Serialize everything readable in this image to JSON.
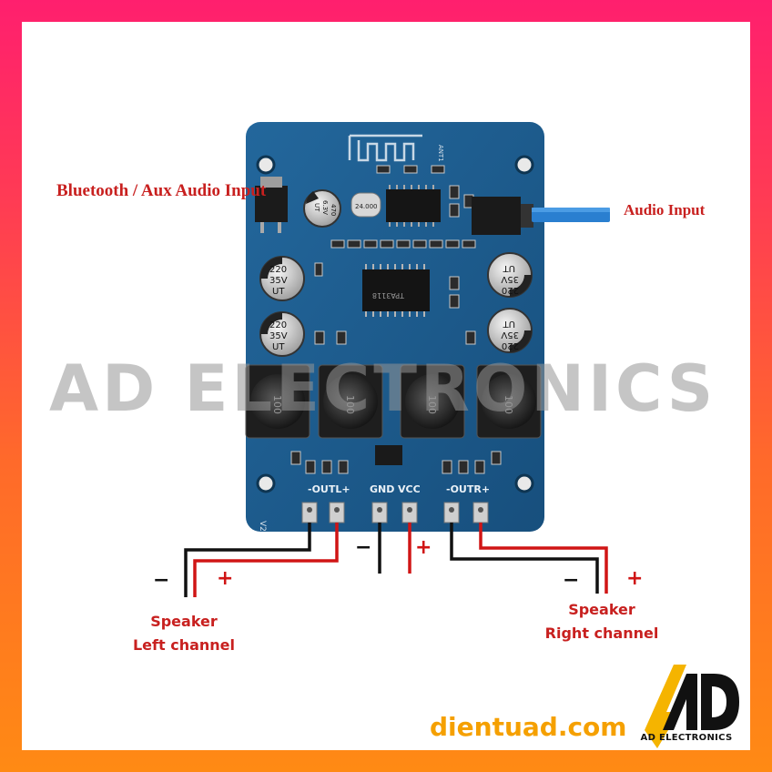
{
  "labels": {
    "input_label": "Bluetooth / Aux Audio Input",
    "audio_input": "Audio Input",
    "speaker_left_line1": "Speaker",
    "speaker_left_line2": "Left channel",
    "speaker_right_line1": "Speaker",
    "speaker_right_line2": "Right channel"
  },
  "terminals": {
    "outl": "-OUTL+",
    "gnd": "GND",
    "vcc": "VCC",
    "outr": "-OUTR+"
  },
  "polarity": {
    "minus": "−",
    "plus": "+"
  },
  "board": {
    "antenna": "ANT1",
    "version": "V2",
    "crystal": "24.000",
    "cap_large": [
      "220",
      "35V",
      "UT"
    ],
    "cap_small": [
      "470",
      "6.3V",
      "UT"
    ],
    "inductor": "100",
    "chip": "TPA3118"
  },
  "watermark": "AD ELECTRONICS",
  "brand": {
    "url": "dientuad.com",
    "logo_caption": "AD ELECTRONICS"
  },
  "colors": {
    "background_top": "#ff1f6e",
    "background_bottom": "#ff8a14",
    "pcb": "#1d5c8f",
    "label_red": "#c8201f",
    "brand_orange": "#f5a000",
    "cable_blue": "#2a7fd0"
  }
}
